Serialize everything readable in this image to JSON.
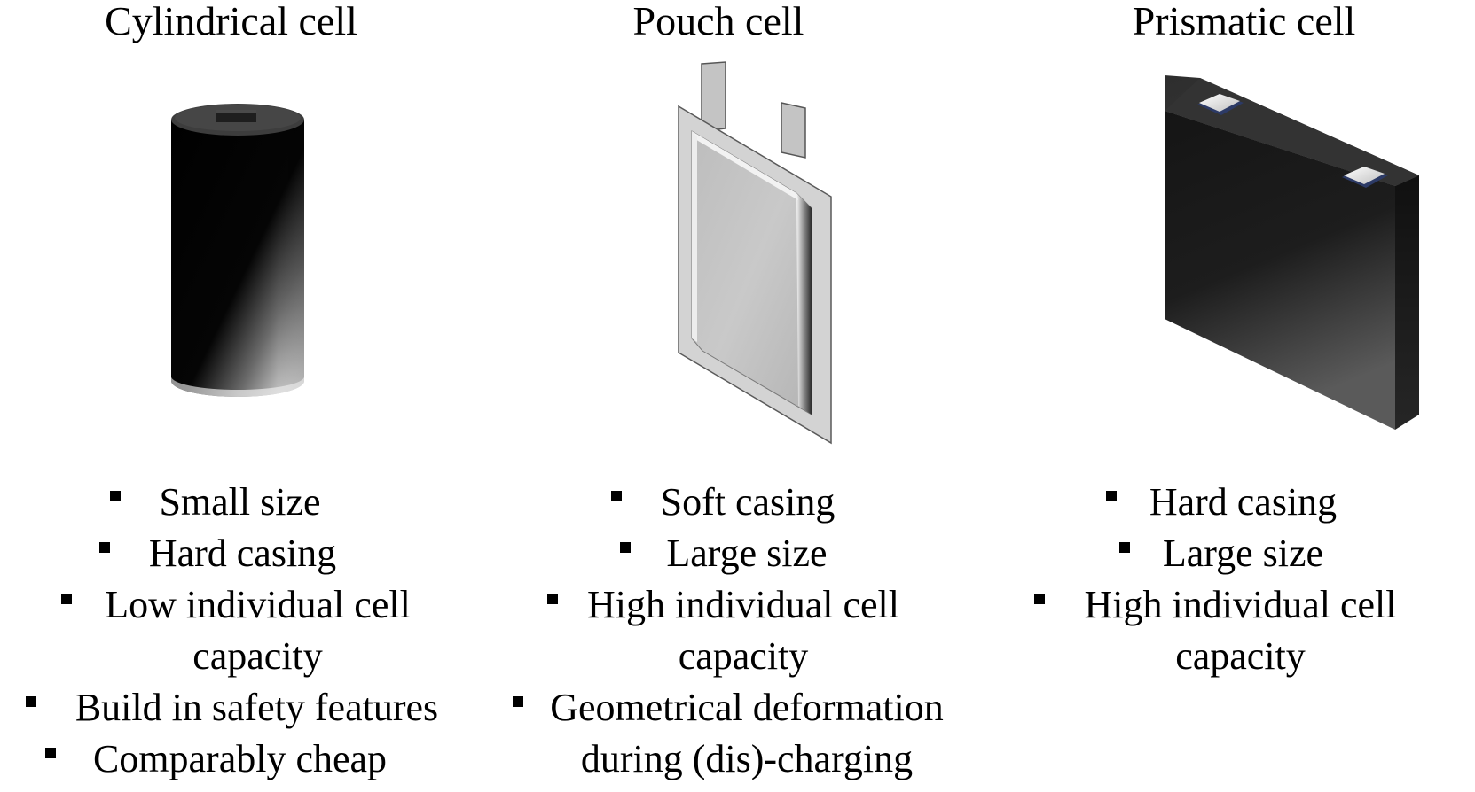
{
  "columns": [
    {
      "id": "cylindrical",
      "title": "Cylindrical cell",
      "icon": "cylindrical-cell-icon",
      "features": [
        "Small size",
        "Hard casing",
        "Low individual cell capacity",
        "Build in safety features",
        "Comparably cheap"
      ]
    },
    {
      "id": "pouch",
      "title": "Pouch cell",
      "icon": "pouch-cell-icon",
      "features": [
        "Soft casing",
        "Large size",
        "High individual cell capacity",
        "Geometrical deformation during (dis)-charging"
      ]
    },
    {
      "id": "prismatic",
      "title": "Prismatic cell",
      "icon": "prismatic-cell-icon",
      "features": [
        "Hard casing",
        "Large size",
        "High individual cell capacity"
      ]
    }
  ],
  "colors": {
    "text": "#000000",
    "pouch_body": "#c8c8c8",
    "prismatic_body": "#2a2a2a",
    "cylinder_dark": "#000000",
    "cylinder_light": "#ffffff"
  }
}
